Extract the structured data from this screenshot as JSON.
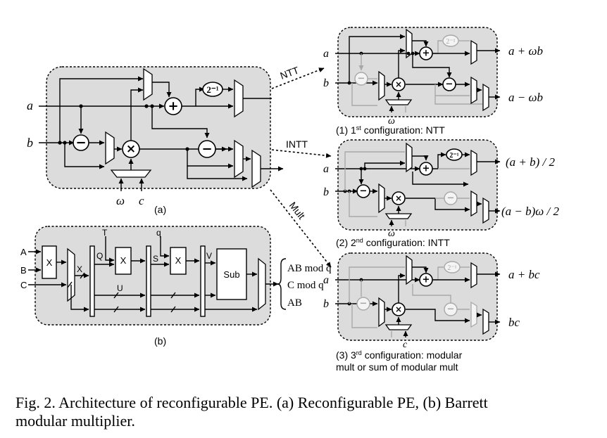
{
  "labels": {
    "arrow_ntt": "NTT",
    "arrow_intt": "INTT",
    "arrow_mult": "Mult",
    "pe_input_a": "a",
    "pe_input_b": "b",
    "pe_input_omega": "ω",
    "pe_input_c": "c",
    "panel_a": "(a)",
    "panel_b": "(b)",
    "shift_label": "2⁻¹"
  },
  "barrett": {
    "inputs": [
      "A",
      "B",
      "C"
    ],
    "mult_label": "X",
    "wire_x": "X",
    "wire_t": "T",
    "wire_q_in": "Q",
    "wire_q": "q",
    "wire_s": "S",
    "wire_v": "V",
    "wire_u": "U",
    "sub_label": "Sub",
    "outputs": [
      "AB mod q",
      "C mod q",
      "AB"
    ]
  },
  "configs": [
    {
      "caption_pre": "(1) 1",
      "caption_sup": "st",
      "caption_post": " configuration: NTT",
      "caption_line2": "",
      "in_a": "a",
      "in_b": "b",
      "in_bottom": "ω",
      "out_top": "a + ωb",
      "out_bottom": "a − ωb"
    },
    {
      "caption_pre": "(2) 2",
      "caption_sup": "nd",
      "caption_post": " configuration: INTT",
      "caption_line2": "",
      "in_a": "a",
      "in_b": "b",
      "in_bottom": "ω",
      "out_top": "(a + b) / 2",
      "out_bottom": "(a − b)ω / 2"
    },
    {
      "caption_pre": "(3) 3",
      "caption_sup": "rd",
      "caption_post": " configuration: modular",
      "caption_line2": "mult or sum of modular mult",
      "in_a": "a",
      "in_b": "b",
      "in_bottom": "c",
      "out_top": "a + bc",
      "out_bottom": "bc"
    }
  ],
  "caption": {
    "line1": "Fig. 2.   Architecture of reconfigurable PE. (a) Reconfigurable PE, (b) Barrett",
    "line2": "modular multiplier."
  }
}
